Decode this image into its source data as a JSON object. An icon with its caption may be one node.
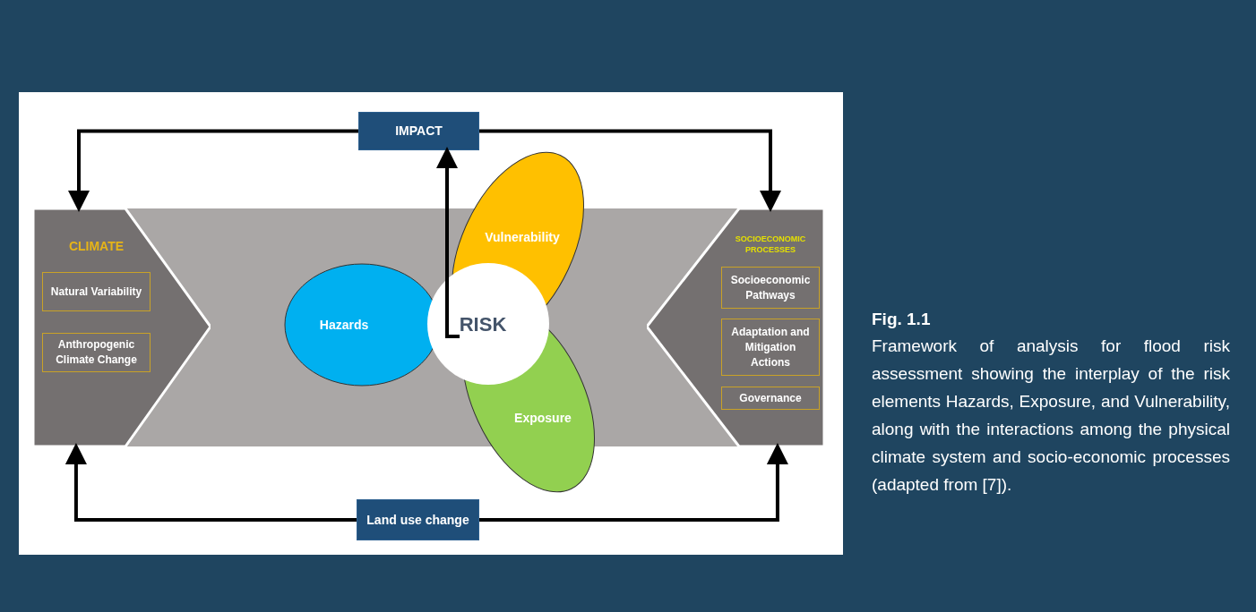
{
  "diagram": {
    "title": "Fig. 1.1",
    "caption": "Framework of analysis for flood risk assessment showing the interplay of the risk elements Hazards, Exposure, and Vulnerability, along with the interactions among the physical climate system and socio-economic processes (adapted from [7]).",
    "nodes": [
      {
        "text": [
          "IMPACT"
        ]
      },
      {
        "text": [
          "CLIMATE"
        ]
      },
      {
        "text": [
          "Natural Variability"
        ],
        "in": 1
      },
      {
        "text": [
          "Anthropogenic Climate Change"
        ],
        "in": 1
      },
      {
        "text": [
          "Hazards"
        ]
      },
      {
        "text": [
          "Vulnerability"
        ]
      },
      {
        "text": [
          "RISK"
        ]
      },
      {
        "text": [
          "Exposure"
        ]
      },
      {
        "text": [
          "SOCIOECONOMIC PROCESSES"
        ]
      },
      {
        "text": [
          "Socioeconomic Pathways"
        ],
        "in": 8
      },
      {
        "text": [
          "Adaptation and Mitigation Actions"
        ],
        "in": 8
      },
      {
        "text": [
          "Governance"
        ],
        "in": 8
      },
      {
        "text": [
          "Land use change"
        ]
      }
    ],
    "edges": [
      {
        "from": 0,
        "to": 1,
        "arrow": "to"
      },
      {
        "from": 0,
        "to": 8,
        "arrow": "to"
      },
      {
        "from": 6,
        "to": 0,
        "arrow": "to"
      },
      {
        "from": 12,
        "to": 1,
        "arrow": "to"
      },
      {
        "from": 12,
        "to": 8,
        "arrow": "to"
      }
    ]
  }
}
